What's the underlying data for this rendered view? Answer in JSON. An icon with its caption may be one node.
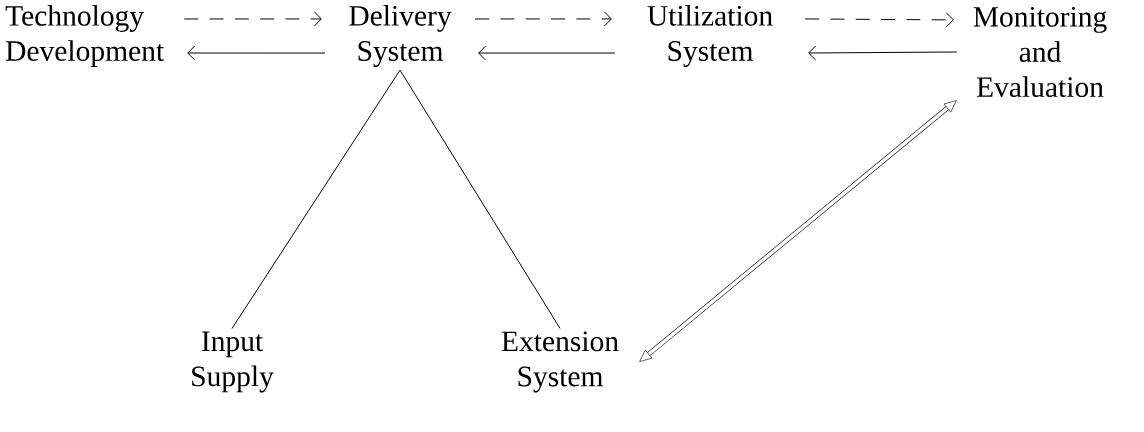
{
  "diagram": {
    "nodes": [
      {
        "text": [
          "Technology Development"
        ]
      },
      {
        "text": [
          "Delivery System"
        ]
      },
      {
        "text": [
          "Utilization System"
        ]
      },
      {
        "text": [
          "Monitoring and Evaluation"
        ]
      },
      {
        "text": [
          "Input Supply"
        ]
      },
      {
        "text": [
          "Extension System"
        ]
      }
    ],
    "edges": [
      {
        "from": 0,
        "to": 1,
        "arrow": "to",
        "style": "dashed"
      },
      {
        "from": 1,
        "to": 2,
        "arrow": "to",
        "style": "dashed"
      },
      {
        "from": 2,
        "to": 3,
        "arrow": "to",
        "style": "dashed"
      },
      {
        "from": 3,
        "to": 2,
        "arrow": "to"
      },
      {
        "from": 2,
        "to": 1,
        "arrow": "to"
      },
      {
        "from": 1,
        "to": 0,
        "arrow": "to"
      },
      {
        "from": 1,
        "to": 4,
        "arrow": "none"
      },
      {
        "from": 1,
        "to": 5,
        "arrow": "none"
      },
      {
        "from": 5,
        "to": 3,
        "arrow": "both",
        "style": "thick"
      }
    ]
  }
}
